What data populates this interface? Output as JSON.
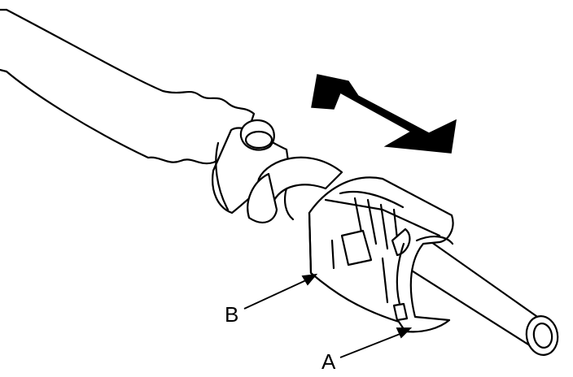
{
  "diagram": {
    "callouts": [
      {
        "id": "B",
        "label": "B"
      },
      {
        "id": "A",
        "label": "A"
      }
    ],
    "icons": [
      "double-headed-arrow-icon"
    ],
    "colors": {
      "ink": "#000000",
      "paper": "#ffffff"
    }
  }
}
